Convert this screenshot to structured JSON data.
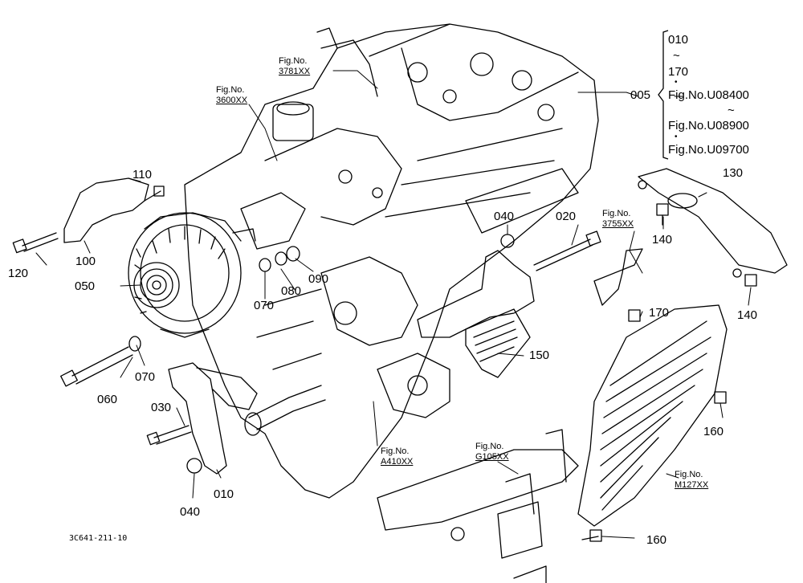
{
  "parts": {
    "p005": "005",
    "p010a": "010",
    "p010b": "010",
    "p020": "020",
    "p030": "030",
    "p040a": "040",
    "p040b": "040",
    "p050": "050",
    "p060": "060",
    "p070a": "070",
    "p070b": "070",
    "p080": "080",
    "p090": "090",
    "p100": "100",
    "p110": "110",
    "p120": "120",
    "p130": "130",
    "p140a": "140",
    "p140b": "140",
    "p150": "150",
    "p160a": "160",
    "p160b": "160",
    "p170a": "170",
    "p170b": "170"
  },
  "bracket": {
    "tilde": "~",
    "dot": "•",
    "fig1": "Fig.No.U08400",
    "fig2": "Fig.No.U08900",
    "fig3": "Fig.No.U09700"
  },
  "refs": {
    "prefix": "Fig.No.",
    "r3781": "3781XX",
    "r3600": "3600XX",
    "r3755": "3755XX",
    "rA410": "A410XX",
    "rG105": "G105XX",
    "rM127": "M127XX"
  },
  "drawing_code": "3C641-211-10"
}
